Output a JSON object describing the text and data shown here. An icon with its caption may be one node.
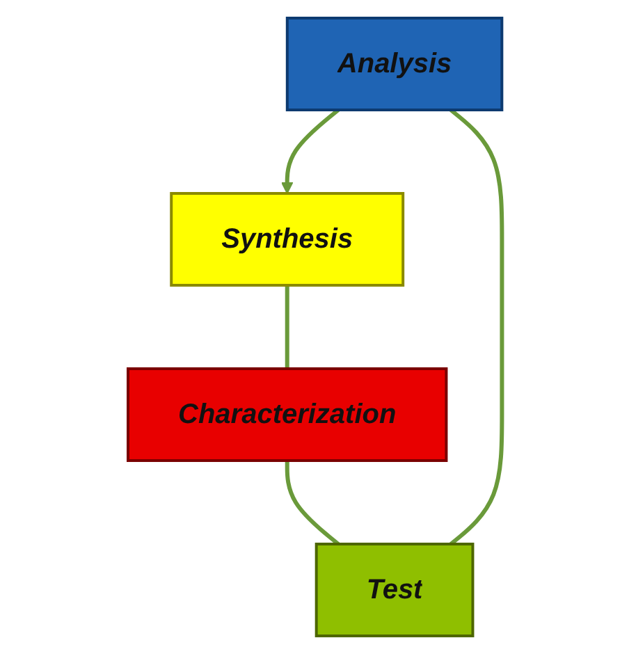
{
  "diagram": {
    "nodes": [
      {
        "text": [
          "Synthesis"
        ]
      },
      {
        "text": [
          "Analysis"
        ]
      },
      {
        "text": [
          "Characterization"
        ]
      },
      {
        "text": [
          "Test"
        ]
      }
    ],
    "edges": [
      {
        "from": 0,
        "to": 2,
        "arrow": "none"
      },
      {
        "from": 2,
        "to": 3,
        "arrow": "none"
      },
      {
        "from": 3,
        "to": 1,
        "arrow": "none"
      },
      {
        "from": 1,
        "to": 0,
        "arrow": "to"
      }
    ]
  }
}
